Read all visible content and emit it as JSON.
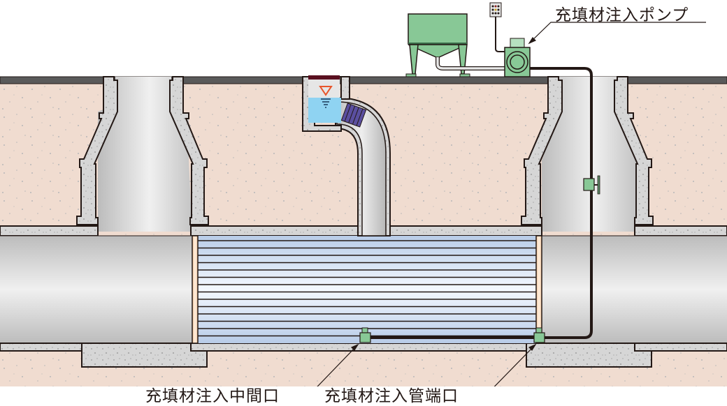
{
  "labels": {
    "pump": "充填材注入ポンプ",
    "middle_port": "充填材注入中間口",
    "end_port": "充填材注入管端口"
  },
  "colors": {
    "soil": "#f0dcd0",
    "concrete": "#d6d6d6",
    "road": "#5a5a5a",
    "outline": "#231815",
    "equipment_green": "#88c896",
    "water": "#8fd3f2",
    "liner_blue": "#c8d8f0",
    "valve_purple": "#5a4fa0",
    "water_mark": "#e8552a"
  }
}
